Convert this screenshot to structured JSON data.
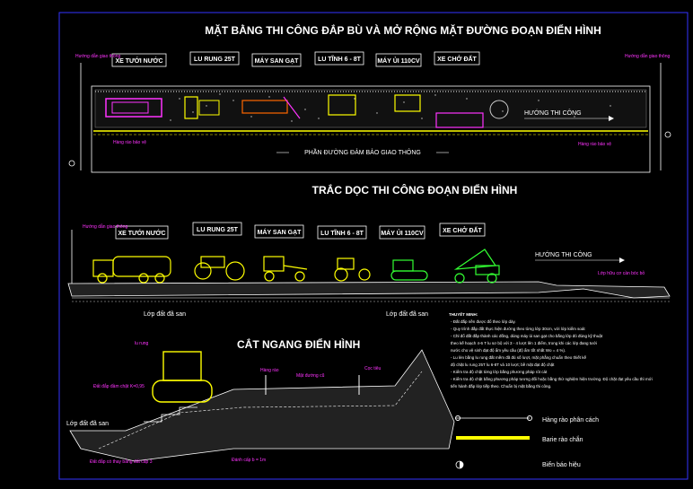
{
  "plan": {
    "title": "MẶT BẰNG THI CÔNG ĐẮP BÙ VÀ MỞ RỘNG MẶT ĐƯỜNG ĐOẠN ĐIỂN HÌNH",
    "equipment": [
      "XE TƯỚI NƯỚC",
      "LU RUNG 25T",
      "MÁY SAN GẠT",
      "LU TĨNH 6 - 8T",
      "MÁY ỦI 110CV",
      "XE CHỞ ĐẤT"
    ],
    "sign_left": "Hướng dẫn giao thông",
    "sign_right": "Hướng dẫn giao thông",
    "barrier_left": "Hàng rào bảo vệ",
    "barrier_right": "Hàng rào bảo vệ",
    "direction": "HƯỚNG THI CÔNG",
    "traffic_lane": "PHẦN ĐƯỜNG ĐẢM BẢO GIAO THÔNG"
  },
  "profile": {
    "title": "TRẮC DỌC THI CÔNG ĐOẠN ĐIỂN HÌNH",
    "equipment": [
      "XE TƯỚI NƯỚC",
      "LU RUNG 25T",
      "MÁY SAN GẠT",
      "LU TĨNH 6 - 8T",
      "MÁY ỦI 110CV",
      "XE CHỞ ĐẤT"
    ],
    "sign": "Hướng dẫn giao thông",
    "direction": "HƯỚNG THI CÔNG",
    "layer_right": "Lớp hữu cơ cần bóc bỏ",
    "base1": "Lớp đất đã san",
    "base2": "Lớp đất đã san"
  },
  "cross": {
    "title": "CẮT NGANG ĐIỂN HÌNH",
    "roller": "lu rung",
    "label_soil": "Đất đắp đầm chặt K=0,95",
    "label_step": "Đánh cấp b = 1m",
    "label_layer": "Đất đắp có thay bằng đất cấp 3",
    "label_base": "Lớp đất đã san",
    "label_post": "Hàng rào",
    "label_road": "Mặt đường cũ",
    "label_cone": "Cọc tiêu"
  },
  "notes": {
    "heading": "THUYẾT MINH:",
    "lines": [
      "- Đất đắp nền được đổ theo lớp dày.",
      "- Quy trình đắp đất thực hiện đường theo từng lớp 30cm, với lớp kiểm soát",
      "- Chỉ đổ đất đắp thành các đống, dùng máy ủi san gạt cho bằng lớp đó  đúng kỹ thuật",
      "  theo kế hoạch 4-6 T lu sơ bộ với 3 - 4 lượt lên 1 điểm, trong khi các lớp đang tưới",
      "  nước cho vệ sinh đạt độ ẩm yêu cầu (độ ẩm tốt nhất Wo = 4 %).",
      "- Lu lèn bằng lu rung đất mềm đã đủ số lượt, mặt phẳng chuẩn theo thiết kế",
      "  độ chặt lu rung 25T lu 6-8T và 10 lượt; bề mặt đạt độ chặt",
      "- Kiểm tra độ chặt từng lớp bằng phương pháp rót cát",
      "- Kiểm tra độ chặt bằng phương pháp tương đối hoặc bằng thử nghiệm hiện trường. Độ chặt đạt yêu cầu thì mới",
      "  tiến hành đắp lớp tiếp theo. Chuẩn bị mặt bằng thi công."
    ]
  },
  "legend": [
    {
      "label": "Hàng rào phân cách",
      "icon": "fence-icon"
    },
    {
      "label": "Barie rào chắn",
      "icon": "barrier-icon"
    },
    {
      "label": "Biển báo hiệu",
      "icon": "sign-icon"
    }
  ],
  "colors": {
    "background": "#000000",
    "title": "#ffffff",
    "label_box": "#ffffff",
    "note_magenta": "#ff33ff",
    "road_edge": "#ffffff",
    "machine_yellow": "#ffff00",
    "machine_green": "#33ff33",
    "machine_magenta": "#ff33ff",
    "frame": "#3333ff"
  }
}
